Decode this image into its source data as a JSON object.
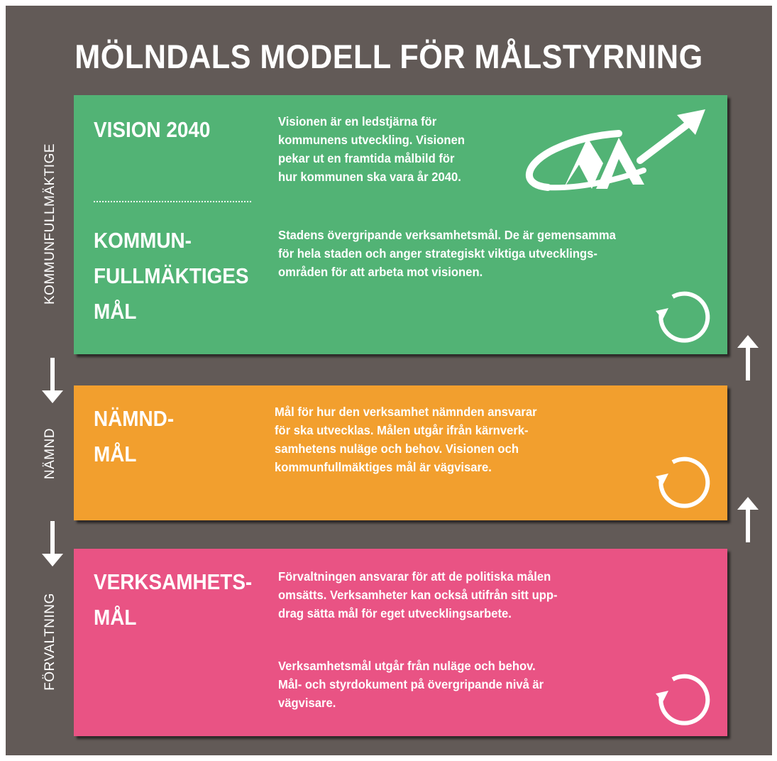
{
  "title": "MÖLNDALS MODELL FÖR MÅLSTYRNING",
  "colors": {
    "background": "#625a57",
    "green": "#52b375",
    "orange": "#f29f2e",
    "pink": "#e95384",
    "text": "#ffffff"
  },
  "side_labels": {
    "top": "KOMMUNFULLMÄKTIGE",
    "middle": "NÄMND",
    "bottom": "FÖRVALTNING"
  },
  "green_panel": {
    "vision_heading": "VISION 2040",
    "vision_text": "Visionen är en ledstjärna för\nkommunens utveckling. Visionen\npekar ut en framtida målbild för\nhur kommunen ska vara år 2040.",
    "kf_heading": "KOMMUN-\nFULLMÄKTIGES\nMÅL",
    "kf_text": "Stadens övergripande verksamhetsmål. De är gemensamma\nför hela staden och anger strategiskt viktiga utvecklings-\nområden för att arbeta mot visionen.",
    "logo_icon": "molndal-logo-arrow-icon",
    "cycle_icon": "cycle-icon"
  },
  "orange_panel": {
    "heading": "NÄMND-\nMÅL",
    "text": "Mål för hur den verksamhet nämnden ansvarar\nför ska utvecklas. Målen utgår ifrån kärnverk-\nsamhetens nuläge och behov. Visionen och\nkommunfullmäktiges mål är vägvisare.",
    "cycle_icon": "cycle-icon"
  },
  "pink_panel": {
    "heading": "VERKSAMHETS-\nMÅL",
    "text1": "Förvaltningen ansvarar för att de politiska målen\nomsätts. Verksamheter kan också utifrån sitt upp-\ndrag sätta mål för eget utvecklingsarbete.",
    "text2": "Verksamhetsmål utgår från nuläge och behov.\nMål- och styrdokument på övergripande nivå är\nvägvisare.",
    "cycle_icon": "cycle-icon"
  },
  "flow_arrows": [
    "arrow-down-icon",
    "arrow-down-icon",
    "arrow-up-icon",
    "arrow-up-icon"
  ]
}
